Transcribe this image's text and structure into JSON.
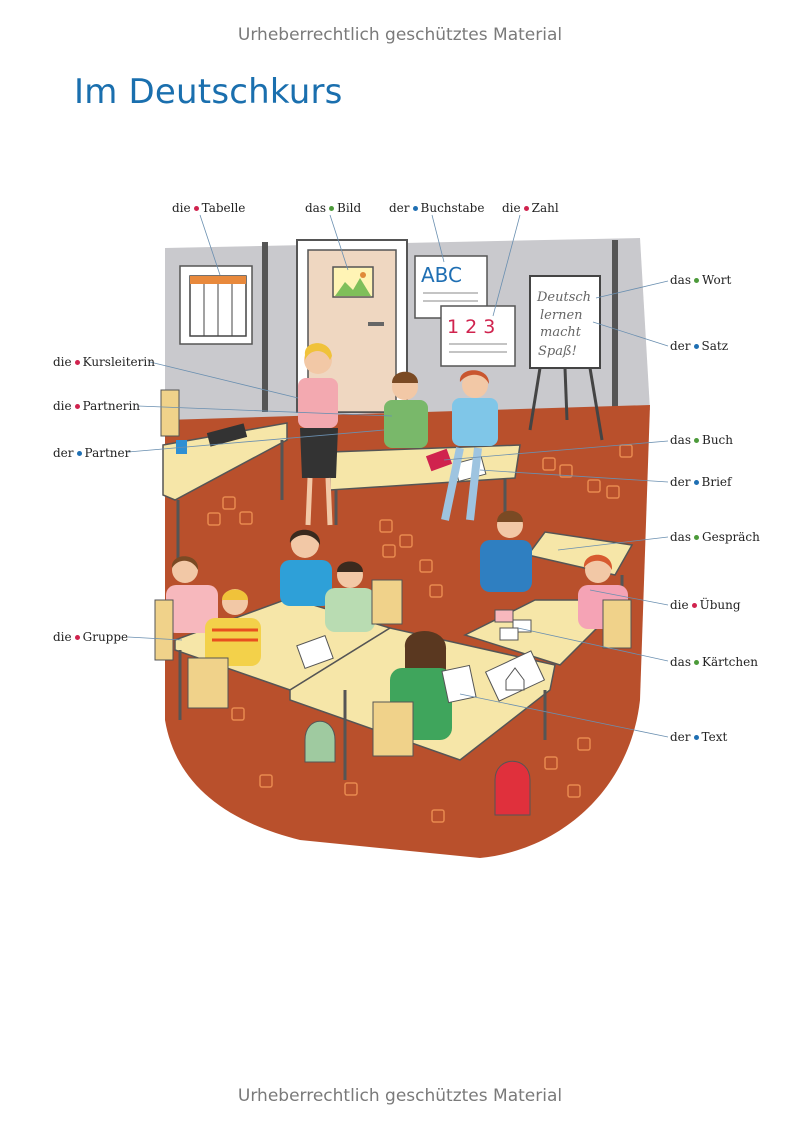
{
  "watermark": "Urheberrechtlich geschütztes Material",
  "title": "Im Deutschkurs",
  "labels": [
    {
      "article": "die",
      "word": "Tabelle"
    },
    {
      "article": "das",
      "word": "Bild"
    },
    {
      "article": "der",
      "word": "Buchstabe"
    },
    {
      "article": "die",
      "word": "Zahl"
    },
    {
      "article": "das",
      "word": "Wort"
    },
    {
      "article": "der",
      "word": "Satz"
    },
    {
      "article": "die",
      "word": "Kursleiterin"
    },
    {
      "article": "die",
      "word": "Partnerin"
    },
    {
      "article": "der",
      "word": "Partner"
    },
    {
      "article": "das",
      "word": "Buch"
    },
    {
      "article": "der",
      "word": "Brief"
    },
    {
      "article": "das",
      "word": "Gespräch"
    },
    {
      "article": "die",
      "word": "Übung"
    },
    {
      "article": "die",
      "word": "Gruppe"
    },
    {
      "article": "das",
      "word": "Kärtchen"
    },
    {
      "article": "der",
      "word": "Text"
    }
  ],
  "scene": {
    "poster_abc": "ABC",
    "poster_123": "1 2 3",
    "flipchart_lines": [
      "Deutsch",
      "lernen",
      "macht",
      "Spaß!"
    ]
  },
  "colors": {
    "title": "#1a6fae",
    "die_dot": "#d0234e",
    "das_dot": "#4c9a3a",
    "der_dot": "#1f6fb3",
    "floor": "#b9502c",
    "wall": "#c9c9cd",
    "table": "#f6e6a8"
  }
}
